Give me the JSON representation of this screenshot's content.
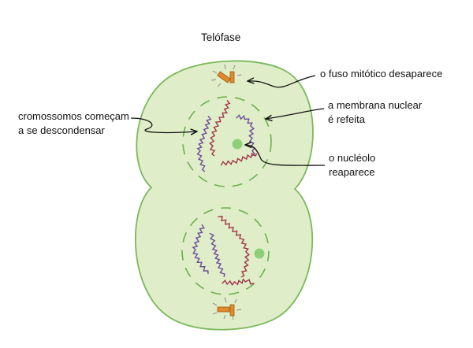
{
  "title": "Telófase",
  "labels": {
    "spindle": [
      "o fuso mitótico desaparece"
    ],
    "membrane": [
      "a membrana nuclear",
      "é refeita"
    ],
    "chromosomes": [
      "cromossomos começam",
      "a se descondensar"
    ],
    "nucleolus": [
      "o nucléolo",
      "reaparece"
    ]
  },
  "colors": {
    "cell_fill": "#dfeec8",
    "cell_stroke": "#7ab85c",
    "nuclear_envelope": "#6db04d",
    "nucleolus": "#8fcf7a",
    "chromosome_purple": "#6e4b9a",
    "chromosome_red": "#a2354a",
    "centriole": "#e08a2c",
    "spindle_remnant": "#9a9a9a",
    "arrow": "#111111"
  }
}
